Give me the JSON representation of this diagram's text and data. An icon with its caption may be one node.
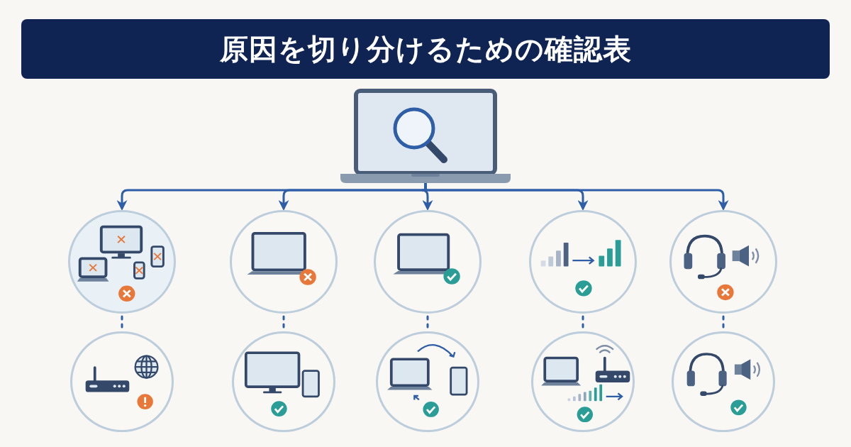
{
  "diagram": {
    "title": "原因を切り分けるための確認表",
    "nodes": [
      {
        "text": [],
        "shape": "picture"
      },
      {
        "text": [],
        "shape": "circle"
      },
      {
        "text": [],
        "shape": "circle"
      },
      {
        "text": [],
        "shape": "circle"
      },
      {
        "text": [],
        "shape": "circle"
      },
      {
        "text": [],
        "shape": "circle"
      },
      {
        "text": [],
        "shape": "circle"
      },
      {
        "text": [],
        "shape": "circle"
      },
      {
        "text": [],
        "shape": "circle"
      },
      {
        "text": [],
        "shape": "circle"
      },
      {
        "text": [],
        "shape": "circle"
      }
    ],
    "edges": [
      {
        "from": 0,
        "to": 1,
        "arrow": "to"
      },
      {
        "from": 0,
        "to": 2,
        "arrow": "to"
      },
      {
        "from": 0,
        "to": 3,
        "arrow": "to"
      },
      {
        "from": 0,
        "to": 4,
        "arrow": "to"
      },
      {
        "from": 0,
        "to": 5,
        "arrow": "to"
      },
      {
        "from": 1,
        "to": 6,
        "arrow": "none",
        "style": "dashed"
      },
      {
        "from": 2,
        "to": 7,
        "arrow": "none",
        "style": "dashed"
      },
      {
        "from": 3,
        "to": 8,
        "arrow": "none",
        "style": "dashed"
      },
      {
        "from": 4,
        "to": 9,
        "arrow": "none",
        "style": "dashed"
      },
      {
        "from": 5,
        "to": 10,
        "arrow": "none",
        "style": "dashed"
      }
    ]
  }
}
